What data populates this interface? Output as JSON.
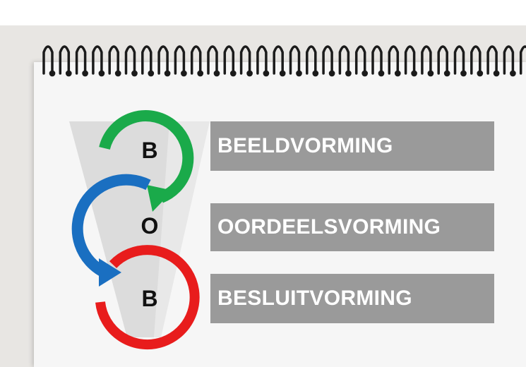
{
  "diagram": {
    "steps": [
      {
        "letter": "B",
        "label": "BEELDVORMING",
        "color": "#1aaa4a"
      },
      {
        "letter": "O",
        "label": "OORDEELSVORMING",
        "color": "#1a6fc1"
      },
      {
        "letter": "B",
        "label": "BESLUITVORMING",
        "color": "#e81c1c"
      }
    ],
    "bar_color": "#9a9a9a",
    "funnel_color": "#dcdcdc"
  }
}
